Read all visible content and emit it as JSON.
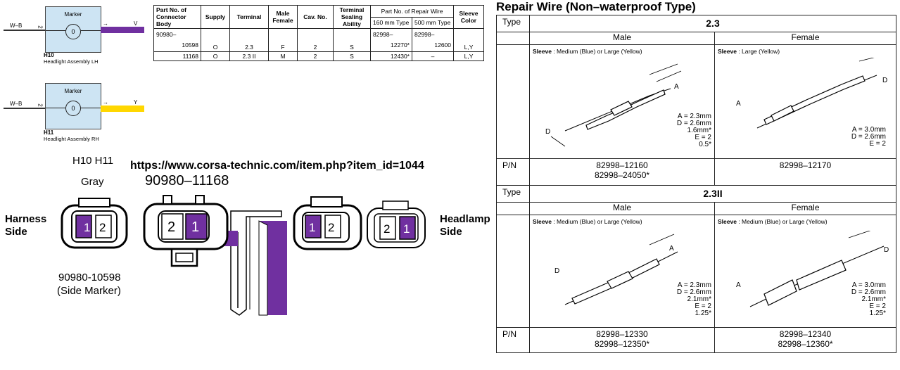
{
  "markers": [
    {
      "id": "H10",
      "name": "H10",
      "desc": "Headlight Assembly LH",
      "box_label": "Marker",
      "pin": "0",
      "in_wire": "W–B",
      "in_pin": "2",
      "out_wire": "V",
      "out_color": "#7030a0"
    },
    {
      "id": "H11",
      "name": "H11",
      "desc": "Headlight Assembly RH",
      "box_label": "Marker",
      "pin": "0",
      "in_wire": "W–B",
      "in_pin": "2",
      "out_wire": "Y",
      "out_color": "#ffd700"
    }
  ],
  "connector_table": {
    "headers": {
      "part_no": "Part No. of Connector Body",
      "supply": "Supply",
      "terminal": "Terminal",
      "male_female": "Male Female",
      "cav_no": "Cav. No.",
      "sealing": "Terminal Sealing Ability",
      "repair_wire": "Part No. of Repair Wire",
      "len160": "160 mm Type",
      "len500": "500 mm Type",
      "sleeve": "Sleeve Color"
    },
    "rows": [
      {
        "part_prefix": "90980–",
        "part": "10598",
        "supply": "O",
        "terminal": "2.3",
        "mf": "F",
        "cav": "2",
        "seal": "S",
        "r160_prefix": "82998–",
        "r160": "12270*",
        "r500_prefix": "82998–",
        "r500": "12600",
        "sleeve": "L,Y"
      },
      {
        "part_prefix": "",
        "part": "11168",
        "supply": "O",
        "terminal": "2.3 II",
        "mf": "M",
        "cav": "2",
        "seal": "S",
        "r160_prefix": "",
        "r160": "12430*",
        "r500_prefix": "",
        "r500": "–",
        "sleeve": "L,Y"
      }
    ]
  },
  "photo": {
    "h10h11": "H10  H11",
    "gray": "Gray",
    "url": "https://www.corsa-technic.com/item.php?item_id=1044",
    "center_part": "90980–11168",
    "harness_side": "Harness Side",
    "harness_l1": "Harness",
    "harness_l2": "Side",
    "headlamp_l1": "Headlamp",
    "headlamp_l2": "Side",
    "left_part": "90980-10598",
    "left_part_sub": "(Side Marker)",
    "pin1": "1",
    "pin2": "2",
    "purple": "#7030a0"
  },
  "repair": {
    "title": "Repair Wire (Non–waterproof Type)",
    "type_label": "Type",
    "pn_label": "P/N",
    "male": "Male",
    "female": "Female",
    "sections": [
      {
        "type": "2.3",
        "male_sleeve_bold": "Sleeve",
        "male_sleeve": " : Medium (Blue) or Large (Yellow)",
        "female_sleeve_bold": "Sleeve",
        "female_sleeve": " : Large (Yellow)",
        "male_spec": "A = 2.3mm\nD = 2.6mm\n1.6mm*\nE = 2\n0.5*",
        "female_spec": "A = 3.0mm\nD = 2.6mm\nE = 2",
        "male_pn": [
          "82998–12160",
          "82998–24050*"
        ],
        "female_pn": [
          "82998–12170"
        ]
      },
      {
        "type": "2.3II",
        "male_sleeve_bold": "Sleeve",
        "male_sleeve": " : Medium (Blue) or Large (Yellow)",
        "female_sleeve_bold": "Sleeve",
        "female_sleeve": " : Medium (Blue) or Large (Yellow)",
        "male_spec": "A = 2.3mm\nD = 2.6mm\n2.1mm*\nE = 2\n1.25*",
        "female_spec": "A = 3.0mm\nD = 2.6mm\n2.1mm*\nE = 2\n1.25*",
        "male_pn": [
          "82998–12330",
          "82998–12350*"
        ],
        "female_pn": [
          "82998–12340",
          "82998–12360*"
        ]
      }
    ],
    "dim_a": "A",
    "dim_d": "D"
  }
}
